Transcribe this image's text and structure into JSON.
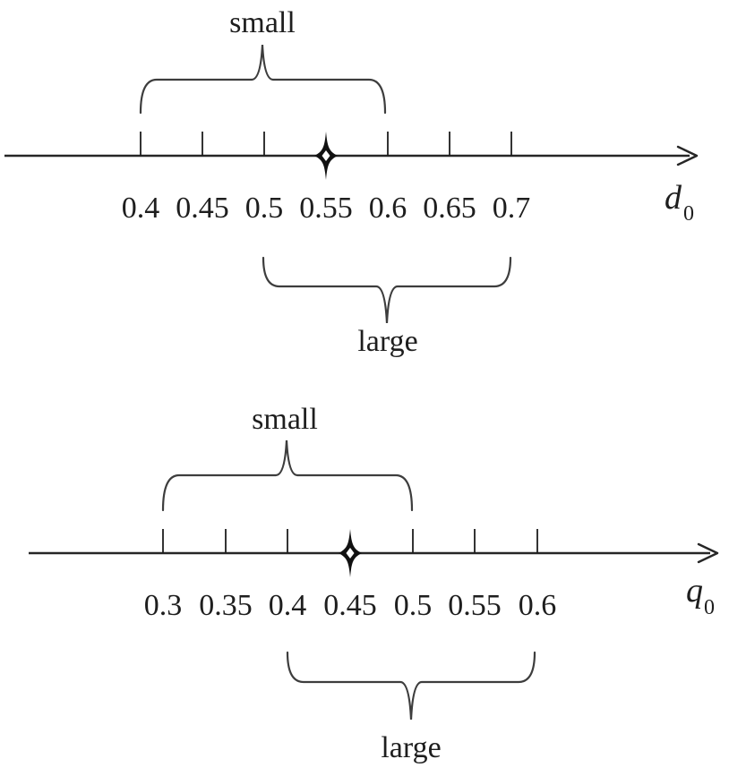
{
  "figure": {
    "description": "Two number-line diagrams showing small and large ranges around a starred central value",
    "colors": {
      "ink": "#1e1e1e",
      "line": "#262626",
      "brace": "#3d3d3d"
    },
    "diagrams": [
      {
        "name": "d0-number-line",
        "axis_var": "d",
        "axis_sub": "0",
        "tick_labels": [
          "0.4",
          "0.45",
          "0.5",
          "0.55",
          "0.6",
          "0.65",
          "0.7"
        ],
        "marker_at": "0.55",
        "top_brace": {
          "label": "small",
          "from": "0.4",
          "to": "0.6"
        },
        "bottom_brace": {
          "label": "large",
          "from": "0.5",
          "to": "0.7"
        }
      },
      {
        "name": "q0-number-line",
        "axis_var": "q",
        "axis_sub": "0",
        "tick_labels": [
          "0.3",
          "0.35",
          "0.4",
          "0.45",
          "0.5",
          "0.55",
          "0.6"
        ],
        "marker_at": "0.45",
        "top_brace": {
          "label": "small",
          "from": "0.3",
          "to": "0.5"
        },
        "bottom_brace": {
          "label": "large",
          "from": "0.4",
          "to": "0.6"
        }
      }
    ]
  }
}
